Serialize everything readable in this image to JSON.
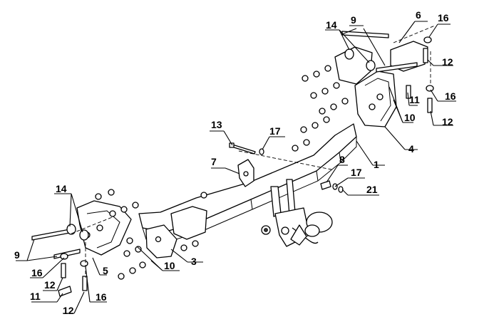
{
  "diagram": {
    "callouts": [
      "1",
      "3",
      "4",
      "5",
      "6",
      "7",
      "8",
      "9",
      "9",
      "10",
      "10",
      "11",
      "11",
      "12",
      "12",
      "12",
      "12",
      "13",
      "14",
      "14",
      "16",
      "16",
      "16",
      "16",
      "17",
      "17",
      "21"
    ]
  }
}
